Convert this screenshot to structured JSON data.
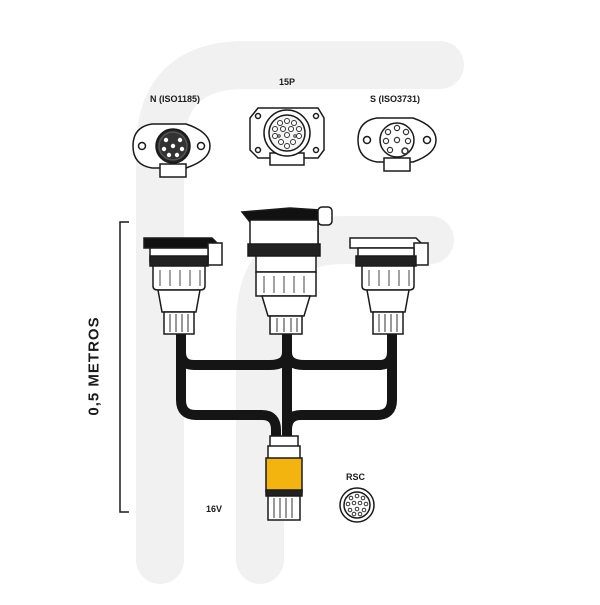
{
  "labels": {
    "connector_n": "N (ISO1185)",
    "connector_15p": "15P",
    "connector_s": "S (ISO3731)",
    "length": "0,5 METROS",
    "voltage": "16V",
    "rsc": "RSC"
  },
  "colors": {
    "cable": "#151515",
    "plug_band": "#f3b40f",
    "outline": "#1a1a1a",
    "watermark": "#f0f0f0"
  },
  "icons": [
    "watermark-logo",
    "socket-n-face-icon",
    "socket-15p-face-icon",
    "socket-s-face-icon",
    "rsc-face-icon"
  ]
}
